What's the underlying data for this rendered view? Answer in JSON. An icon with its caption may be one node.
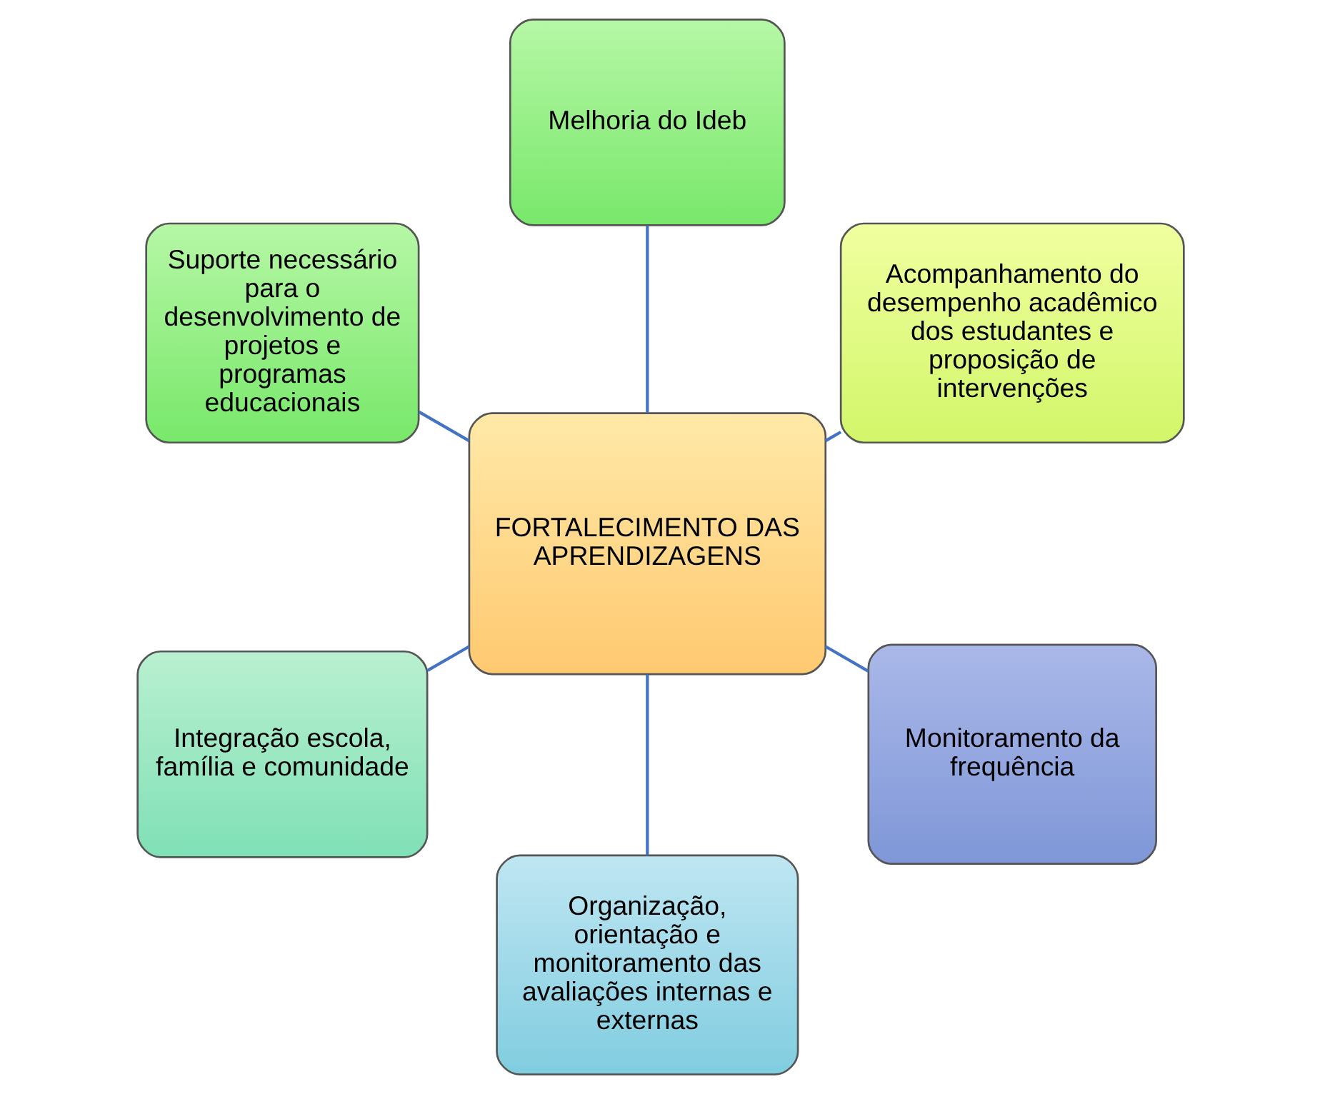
{
  "diagram": {
    "nodes": [
      {
        "text": [
          "FORTALECIMENTO DAS APRENDIZAGENS"
        ]
      },
      {
        "text": [
          "Acompanhamento do desempenho acadêmico dos estudantes e proposição de intervenções"
        ]
      },
      {
        "text": [
          "Melhoria do Ideb"
        ]
      },
      {
        "text": [
          "Suporte necessário para o desenvolvimento de projetos e programas educacionais"
        ]
      },
      {
        "text": [
          "Integração escola, família e comunidade"
        ]
      },
      {
        "text": [
          "Organização, orientação e monitoramento das avaliações internas e externas"
        ]
      },
      {
        "text": [
          "Monitoramento da frequência"
        ]
      }
    ],
    "edges": [
      {
        "from": 0,
        "to": 1,
        "arrow": "none"
      },
      {
        "from": 0,
        "to": 2,
        "arrow": "none"
      },
      {
        "from": 0,
        "to": 3,
        "arrow": "none"
      },
      {
        "from": 0,
        "to": 4,
        "arrow": "none"
      },
      {
        "from": 0,
        "to": 5,
        "arrow": "none"
      },
      {
        "from": 0,
        "to": 6,
        "arrow": "none"
      }
    ]
  }
}
